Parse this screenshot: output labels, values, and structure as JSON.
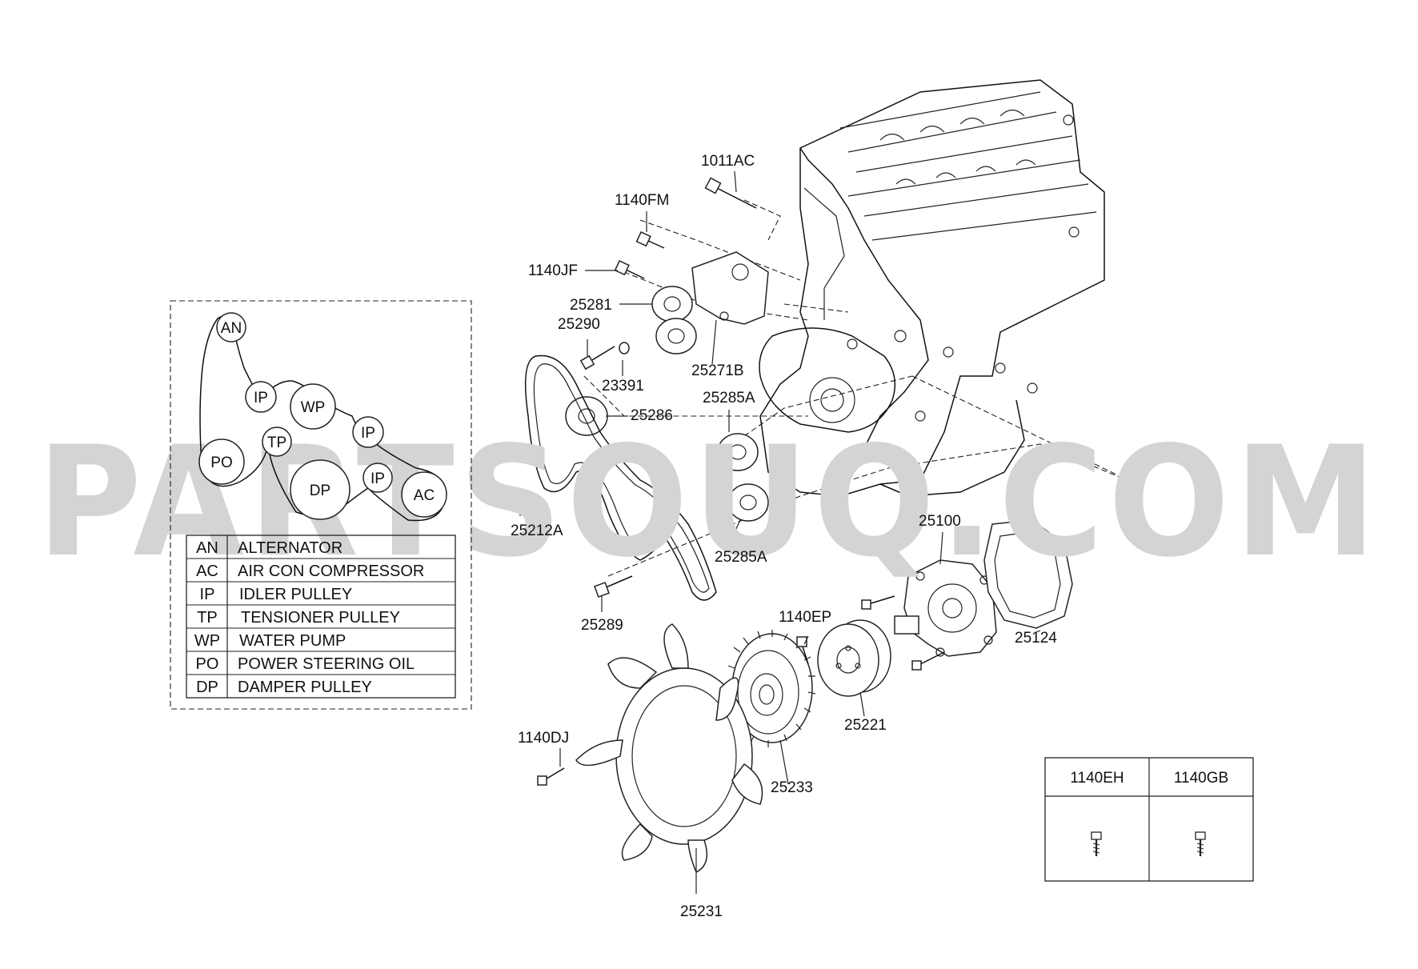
{
  "watermark": "PARTSOUQ.COM",
  "belt_routing": {
    "nodes": [
      "AN",
      "IP",
      "WP",
      "IP",
      "TP",
      "PO",
      "DP",
      "IP",
      "AC"
    ]
  },
  "legend": [
    {
      "code": "AN",
      "name": "ALTERNATOR"
    },
    {
      "code": "AC",
      "name": "AIR CON COMPRESSOR"
    },
    {
      "code": "IP",
      "name": "IDLER PULLEY"
    },
    {
      "code": "TP",
      "name": "TENSIONER PULLEY"
    },
    {
      "code": "WP",
      "name": "WATER PUMP"
    },
    {
      "code": "PO",
      "name": "POWER STEERING OIL"
    },
    {
      "code": "DP",
      "name": "DAMPER PULLEY"
    }
  ],
  "callouts": [
    "1011AC",
    "1140FM",
    "1140JF",
    "25281",
    "25290",
    "23391",
    "25271B",
    "25286",
    "25285A",
    "25285A",
    "25212A",
    "25289",
    "25100",
    "25124",
    "1140EP",
    "25221",
    "1140DJ",
    "25233",
    "25231"
  ],
  "reference_table": {
    "columns": [
      "1140EH",
      "1140GB"
    ]
  }
}
